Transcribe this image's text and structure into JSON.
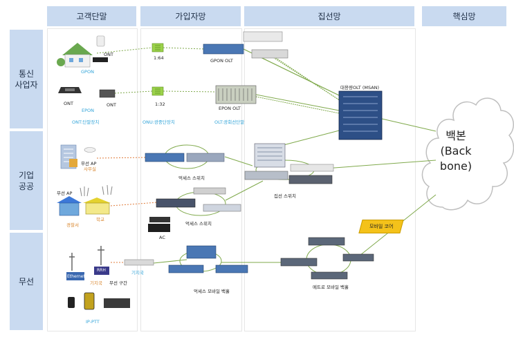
{
  "headers": {
    "terminal": "고객단말",
    "subscriber": "가입자망",
    "aggregation": "집선망",
    "core": "핵심망"
  },
  "rows": {
    "carrier": "통신\n사업자",
    "enterprise": "기업\n공공",
    "wireless": "무선"
  },
  "labels": {
    "gpon": "GPON",
    "ont1": "ONT",
    "ont2": "ONT",
    "ont3": "ONT",
    "epon": "EPON",
    "split64": "1:64",
    "split32": "1:32",
    "gpon_olt": "GPON OLT",
    "epon_olt": "EPON OLT",
    "msan": "대용량OLT (MSAN)",
    "ont_terminal": "ONT:단말장치",
    "onu_split": "ONU:광중단장치",
    "olt_terminal": "OLT:광회선단말",
    "wap1": "무선 AP",
    "office": "사무실",
    "access_sw1": "억세스 스위치",
    "agg_sw": "집선 스위치",
    "wap2": "무선 AP",
    "police": "경찰서",
    "school": "학교",
    "access_sw2": "억세스 스위치",
    "ac": "AC",
    "mobile_core": "모바일 코어",
    "ethernet": "Ethernet",
    "rrh": "RRH",
    "base1": "기지국",
    "base2": "기지국",
    "radio": "무선 구간",
    "access_mobile": "억세스 모바일 백홀",
    "metro_mobile": "메트로 모바일 백홀",
    "ipptt": "IP-PTT",
    "backbone_1": "백본",
    "backbone_2": "(Back",
    "backbone_3": "bone)"
  }
}
